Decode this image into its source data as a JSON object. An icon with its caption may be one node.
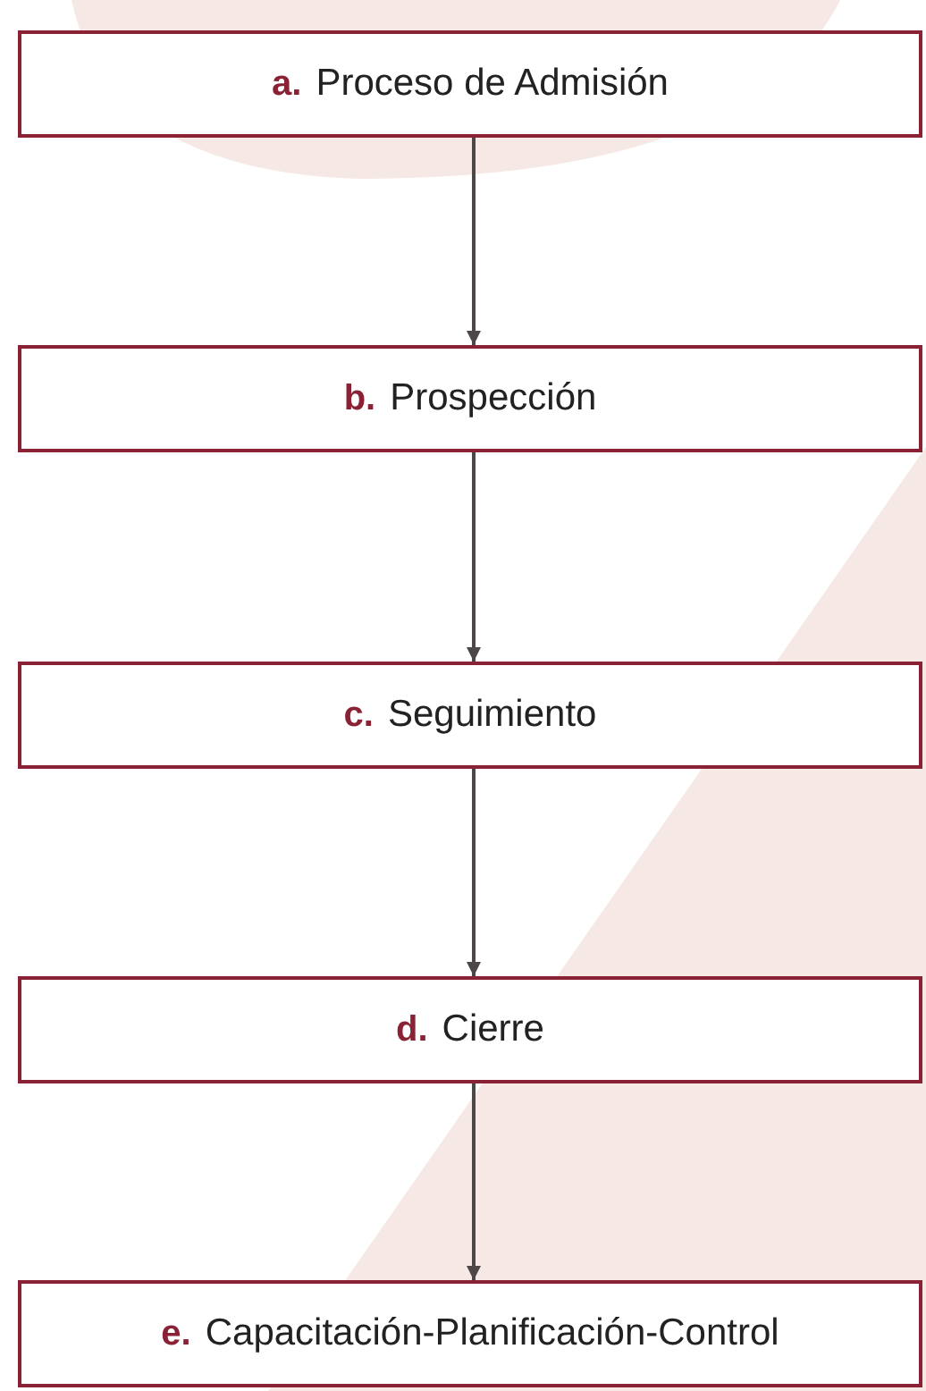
{
  "diagram": {
    "nodes": [
      {
        "text": [
          "a.",
          "Proceso de Admisión"
        ]
      },
      {
        "text": [
          "b.",
          "Prospección"
        ]
      },
      {
        "text": [
          "c.",
          "Seguimiento"
        ]
      },
      {
        "text": [
          "d.",
          "Cierre"
        ]
      },
      {
        "text": [
          "e.",
          "Capacitación-Planificación-Control"
        ]
      }
    ],
    "edges": [
      {
        "from": 0,
        "to": 1,
        "arrow": "to"
      },
      {
        "from": 1,
        "to": 2,
        "arrow": "to"
      },
      {
        "from": 2,
        "to": 3,
        "arrow": "to"
      },
      {
        "from": 3,
        "to": 4,
        "arrow": "to"
      }
    ]
  }
}
